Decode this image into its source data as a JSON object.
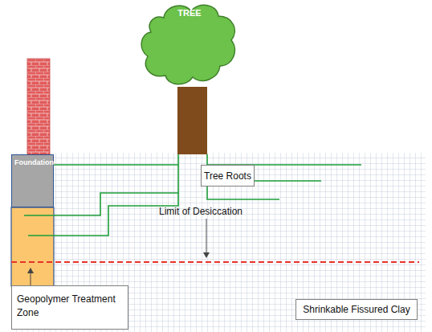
{
  "diagram": {
    "nodes": [
      {
        "text": [
          "TREE"
        ]
      },
      {
        "text": [
          "Foundation"
        ]
      },
      {
        "text": [
          "Tree Roots"
        ]
      },
      {
        "text": [
          "Geopolymer Treatment Zone"
        ]
      },
      {
        "text": [
          "Shrinkable Fissured Clay"
        ]
      }
    ],
    "labels": [
      "Limit of Desiccation"
    ]
  }
}
